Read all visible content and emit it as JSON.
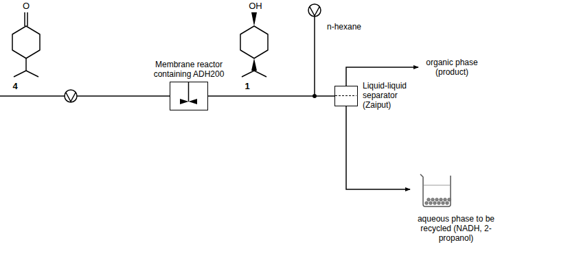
{
  "diagram": {
    "nodes": [
      {
        "text": [
          "Membrane reactor containing ADH200"
        ]
      },
      {
        "text": [
          "Liquid-liquid separator (Zaiput)"
        ]
      },
      {
        "text": [
          "organic phase (product)"
        ]
      },
      {
        "text": [
          "aqueous phase to be recycled (NADH, 2-propanol)"
        ]
      }
    ],
    "edges": [
      {
        "from": 0,
        "to": 1,
        "arrow": "none"
      },
      {
        "from": 1,
        "to": 2,
        "arrow": "to"
      },
      {
        "from": 1,
        "to": 3,
        "arrow": "to"
      }
    ],
    "labels": [
      "O",
      "4",
      "OH",
      "1",
      "n-hexane"
    ]
  }
}
